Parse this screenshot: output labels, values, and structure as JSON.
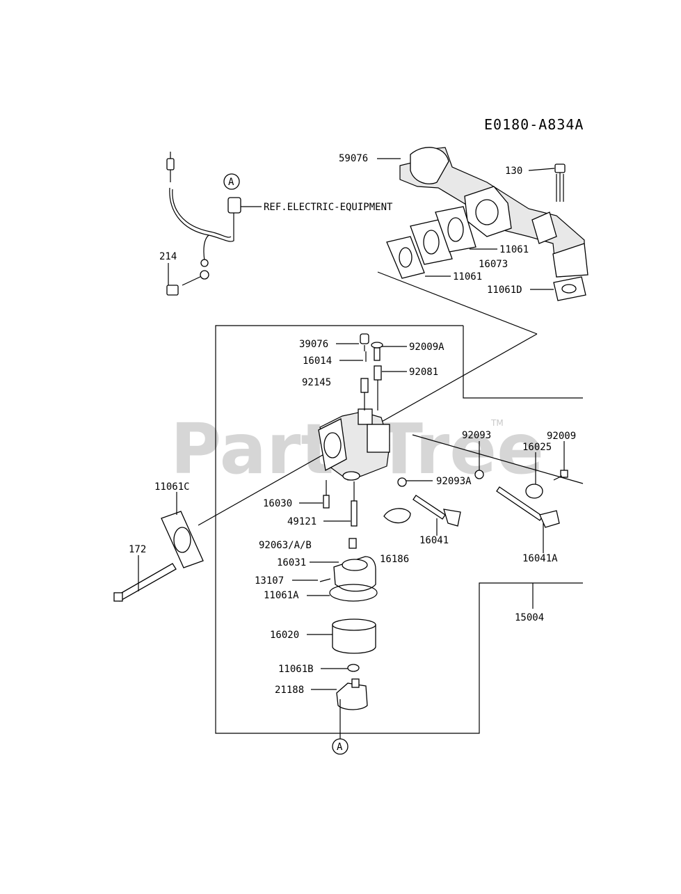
{
  "diagram": {
    "diagram_code": "E0180-A834A",
    "reference_note": "REF.ELECTRIC-EQUIPMENT",
    "connector_marker": "A",
    "watermark": "PartsTree",
    "watermark_tm": "TM"
  },
  "part_labels": {
    "p59076": "59076",
    "p130": "130",
    "p214": "214",
    "p11061_a": "11061",
    "p16073": "16073",
    "p11061_b": "11061",
    "p11061D": "11061D",
    "p39076": "39076",
    "p92009A": "92009A",
    "p16014": "16014",
    "p92081": "92081",
    "p92145": "92145",
    "p92093": "92093",
    "p92009": "92009",
    "p16025": "16025",
    "p92093A": "92093A",
    "p11061C": "11061C",
    "p16030": "16030",
    "p49121": "49121",
    "p16041": "16041",
    "p16041A": "16041A",
    "p172": "172",
    "p92063": "92063/A/B",
    "p16031": "16031",
    "p16186": "16186",
    "p13107": "13107",
    "p11061A": "11061A",
    "p15004": "15004",
    "p16020": "16020",
    "p11061B": "11061B",
    "p21188": "21188"
  }
}
